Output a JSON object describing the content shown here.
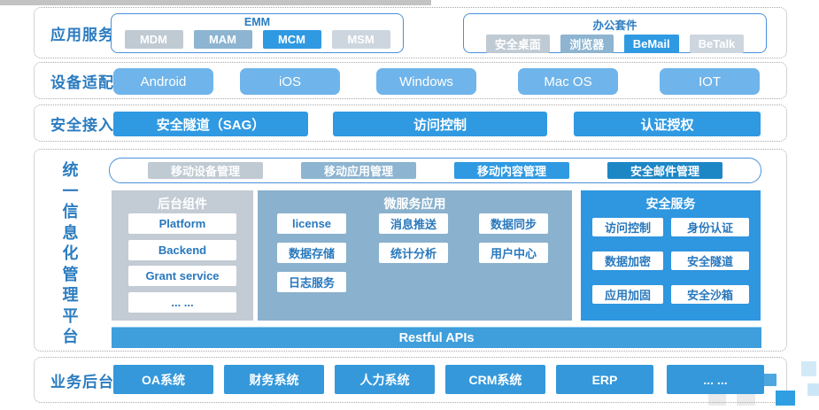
{
  "palette": {
    "bright_blue": "#2f9ae2",
    "steel_blue": "#8db4d0",
    "gray_chip": "#c0cad3",
    "light_gray_chip": "#cdd6de",
    "deep_blue": "#1d87c6",
    "device_button_blue": "#6fb4ea",
    "label_blue": "#2b7cc0",
    "panel_gray": "#c3cbd4",
    "panel_steel": "#8ab1cd",
    "panel_bright": "#2f96e0",
    "api_bar_blue": "#3f9edc",
    "card_text_blue": "#2878bd"
  },
  "app_services": {
    "label": "应用服务",
    "groups": [
      {
        "title": "EMM",
        "chips": [
          {
            "label": "MDM",
            "variant": "gray"
          },
          {
            "label": "MAM",
            "variant": "steel"
          },
          {
            "label": "MCM",
            "variant": "bright"
          },
          {
            "label": "MSM",
            "variant": "light-gray"
          }
        ]
      },
      {
        "title": "办公套件",
        "chips": [
          {
            "label": "安全桌面",
            "variant": "gray"
          },
          {
            "label": "浏览器",
            "variant": "steel"
          },
          {
            "label": "BeMail",
            "variant": "bright"
          },
          {
            "label": "BeTalk",
            "variant": "light-gray"
          }
        ]
      }
    ]
  },
  "device_adapt": {
    "label": "设备适配",
    "buttons": [
      {
        "label": "Android"
      },
      {
        "label": "iOS"
      },
      {
        "label": "Windows"
      },
      {
        "label": "Mac OS"
      },
      {
        "label": "IOT"
      }
    ]
  },
  "secure_access": {
    "label": "安全接入",
    "buttons": [
      {
        "label": "安全隧道（SAG）"
      },
      {
        "label": "访问控制"
      },
      {
        "label": "认证授权"
      }
    ]
  },
  "platform": {
    "vertical_label": "统一信息化管理平台",
    "top_chips": [
      {
        "label": "移动设备管理",
        "variant": "gray"
      },
      {
        "label": "移动应用管理",
        "variant": "steel"
      },
      {
        "label": "移动内容管理",
        "variant": "bright"
      },
      {
        "label": "安全邮件管理",
        "variant": "deep"
      }
    ],
    "panels": [
      {
        "title": "后台组件",
        "columns": [
          [
            "Platform",
            "Backend",
            "Grant service",
            "... ..."
          ]
        ]
      },
      {
        "title": "微服务应用",
        "columns": [
          [
            "license",
            "数据存储",
            "日志服务"
          ],
          [
            "消息推送",
            "统计分析"
          ],
          [
            "数据同步",
            "用户中心"
          ]
        ]
      },
      {
        "title": "安全服务",
        "columns": [
          [
            "访问控制",
            "数据加密",
            "应用加固"
          ],
          [
            "身份认证",
            "安全隧道",
            "安全沙箱"
          ]
        ]
      }
    ],
    "api_bar_label": "Restful APIs"
  },
  "business": {
    "label": "业务后台",
    "buttons": [
      {
        "label": "OA系统"
      },
      {
        "label": "财务系统"
      },
      {
        "label": "人力系统"
      },
      {
        "label": "CRM系统"
      },
      {
        "label": "ERP"
      },
      {
        "label": "... ..."
      }
    ]
  }
}
